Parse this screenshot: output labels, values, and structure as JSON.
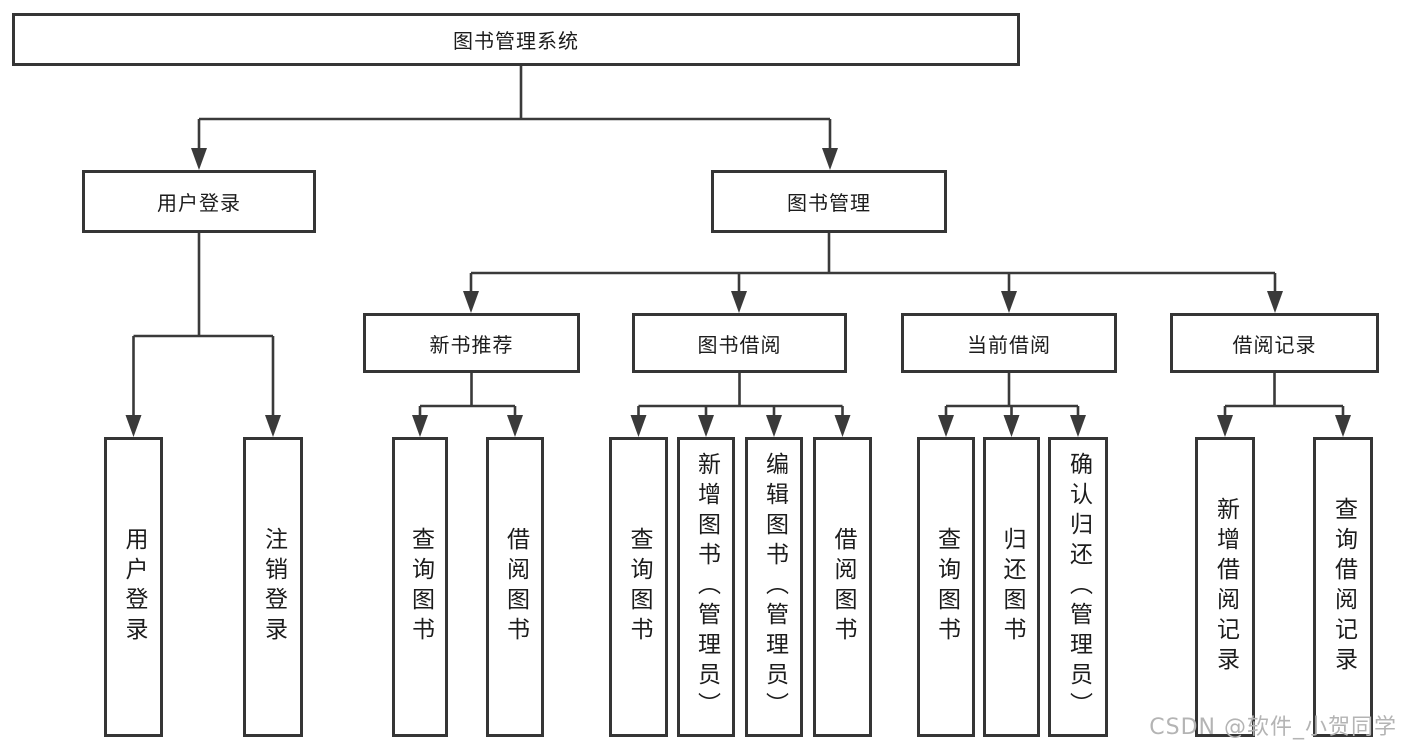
{
  "diagram": {
    "root": {
      "label": "图书管理系统"
    },
    "level2": [
      {
        "id": "user-login",
        "label": "用户登录"
      },
      {
        "id": "book-management",
        "label": "图书管理"
      }
    ],
    "level3": [
      {
        "id": "new-book-recommend",
        "label": "新书推荐"
      },
      {
        "id": "book-borrowing",
        "label": "图书借阅"
      },
      {
        "id": "current-borrowing",
        "label": "当前借阅"
      },
      {
        "id": "borrowing-records",
        "label": "借阅记录"
      }
    ],
    "leaves": [
      {
        "id": "user-login-leaf",
        "label": "用户登录"
      },
      {
        "id": "logout",
        "label": "注销登录"
      },
      {
        "id": "query-books-1",
        "label": "查询图书"
      },
      {
        "id": "borrow-books-1",
        "label": "借阅图书"
      },
      {
        "id": "query-books-2",
        "label": "查询图书"
      },
      {
        "id": "add-books-admin",
        "label": "新增图书（管理员）"
      },
      {
        "id": "edit-books-admin",
        "label": "编辑图书（管理员）"
      },
      {
        "id": "borrow-books-2",
        "label": "借阅图书"
      },
      {
        "id": "query-books-3",
        "label": "查询图书"
      },
      {
        "id": "confirm-return-admin",
        "label": "确认归还（管理员）"
      },
      {
        "id": "return-books",
        "label": "归还图书"
      },
      {
        "id": "add-borrow-record",
        "label": "新增借阅记录"
      },
      {
        "id": "query-borrow-record",
        "label": "查询借阅记录"
      }
    ],
    "watermark": "CSDN @软件_小贺同学",
    "colors": {
      "line": "#3a3a3a",
      "box_border": "#353535",
      "text": "#1c1c1c",
      "watermark": "#b4b4b4",
      "background": "#ffffff"
    }
  }
}
